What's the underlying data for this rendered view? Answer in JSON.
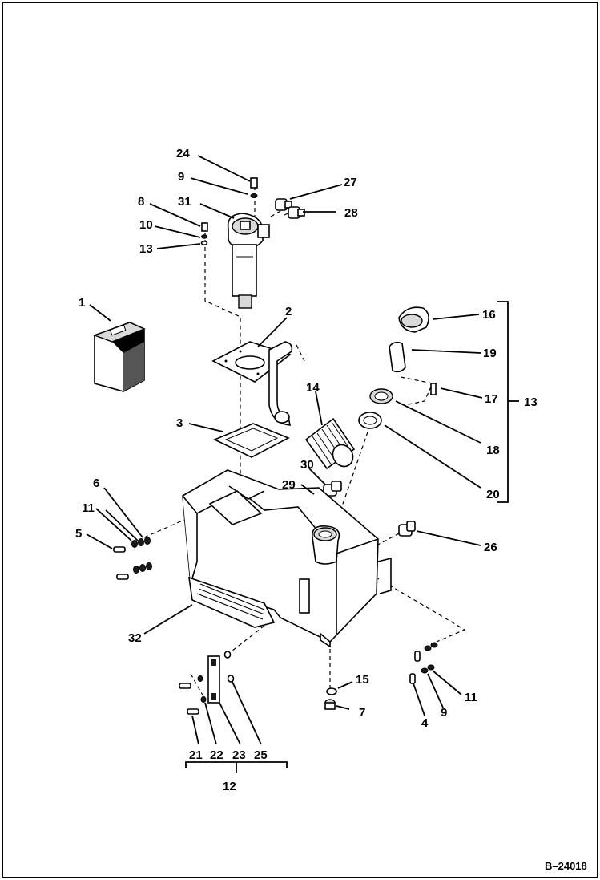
{
  "figure_id": "B–24018",
  "callouts": [
    {
      "id": "c24",
      "text": "24"
    },
    {
      "id": "c9a",
      "text": "9"
    },
    {
      "id": "c27",
      "text": "27"
    },
    {
      "id": "c8",
      "text": "8"
    },
    {
      "id": "c31",
      "text": "31"
    },
    {
      "id": "c28",
      "text": "28"
    },
    {
      "id": "c10",
      "text": "10"
    },
    {
      "id": "c13a",
      "text": "13"
    },
    {
      "id": "c1",
      "text": "1"
    },
    {
      "id": "c2",
      "text": "2"
    },
    {
      "id": "c16",
      "text": "16"
    },
    {
      "id": "c19",
      "text": "19"
    },
    {
      "id": "c14",
      "text": "14"
    },
    {
      "id": "c17",
      "text": "17"
    },
    {
      "id": "c13b",
      "text": "13"
    },
    {
      "id": "c3",
      "text": "3"
    },
    {
      "id": "c18",
      "text": "18"
    },
    {
      "id": "c30",
      "text": "30"
    },
    {
      "id": "c6",
      "text": "6"
    },
    {
      "id": "c29",
      "text": "29"
    },
    {
      "id": "c20",
      "text": "20"
    },
    {
      "id": "c11a",
      "text": "11"
    },
    {
      "id": "c5",
      "text": "5"
    },
    {
      "id": "c26",
      "text": "26"
    },
    {
      "id": "c32",
      "text": "32"
    },
    {
      "id": "c15",
      "text": "15"
    },
    {
      "id": "c11b",
      "text": "11"
    },
    {
      "id": "c7",
      "text": "7"
    },
    {
      "id": "c9b",
      "text": "9"
    },
    {
      "id": "c4",
      "text": "4"
    },
    {
      "id": "c21",
      "text": "21"
    },
    {
      "id": "c22",
      "text": "22"
    },
    {
      "id": "c23",
      "text": "23"
    },
    {
      "id": "c25",
      "text": "25"
    },
    {
      "id": "c12",
      "text": "12"
    }
  ]
}
